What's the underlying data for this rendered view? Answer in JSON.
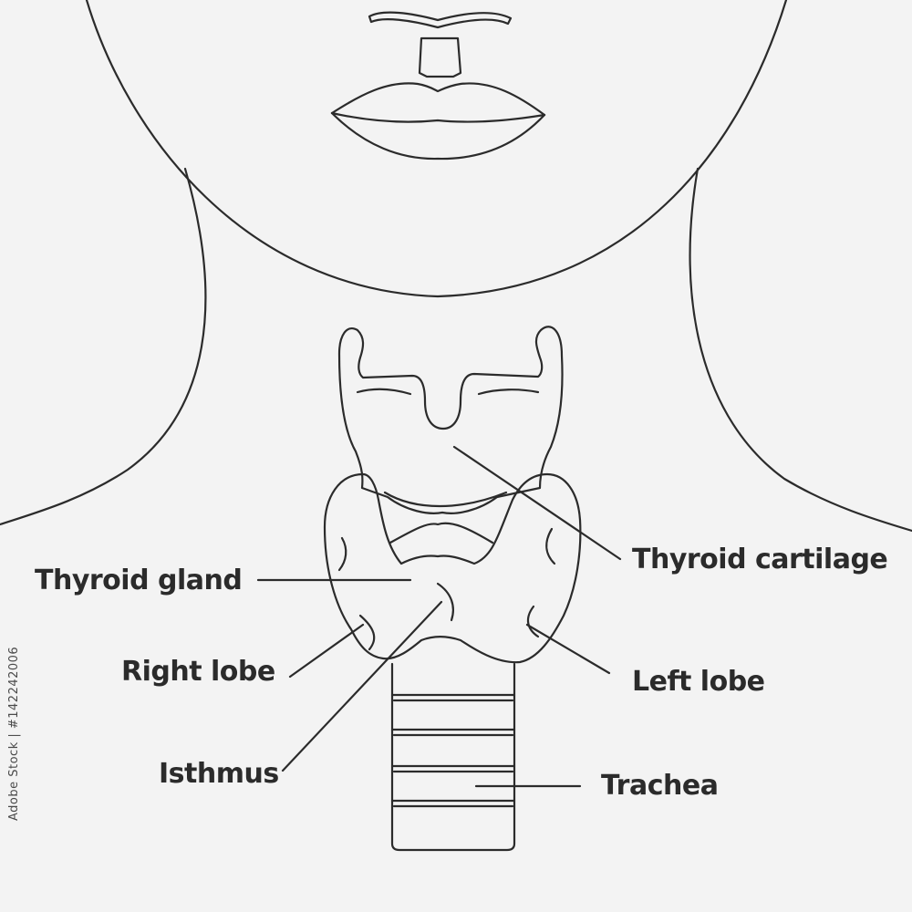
{
  "labels": {
    "thyroid_gland": "Thyroid gland",
    "thyroid_cartilage": "Thyroid cartilage",
    "right_lobe": "Right lobe",
    "left_lobe": "Left lobe",
    "isthmus": "Isthmus",
    "trachea": "Trachea"
  },
  "stock_id": "Adobe Stock | #142242006",
  "colors": {
    "background": "#f3f3f3",
    "line": "#2b2b2b",
    "text": "#2b2b2b"
  }
}
